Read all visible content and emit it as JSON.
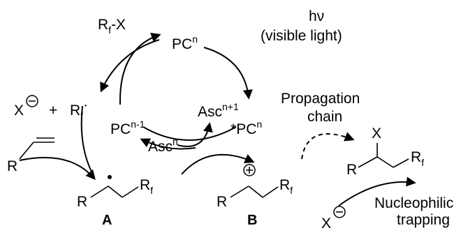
{
  "photocatalyst": {
    "pcn_base": "PC",
    "pcn_sup": "n",
    "pcn1_base": "PC",
    "pcn1_sup": "n-1",
    "excited_star": "*",
    "excited_base": "PC",
    "excited_sup": "n"
  },
  "light": {
    "hv": "hν",
    "note": "(visible light)"
  },
  "reagents": {
    "rfx_r": "R",
    "rfx_f": "f",
    "rfx_x": "-X",
    "x_anion": "X",
    "plus": "+",
    "rf_r": "R",
    "rf_f": "f",
    "radical_dot": "·"
  },
  "ascorbate": {
    "asc_n_base": "Asc",
    "asc_n_sup": "n",
    "asc_n1_base": "Asc",
    "asc_n1_sup": "n+1"
  },
  "alkene": {
    "r": "R"
  },
  "intermediate_a": {
    "r": "R",
    "rf_r": "R",
    "rf_f": "f",
    "label": "A"
  },
  "intermediate_b": {
    "r": "R",
    "rf_r": "R",
    "rf_f": "f",
    "label": "B"
  },
  "product": {
    "x": "X",
    "r": "R",
    "rf_r": "R",
    "rf_f": "f"
  },
  "annotations": {
    "propagation_line1": "Propagation",
    "propagation_line2": "chain",
    "nucleophilic_line1": "Nucleophilic",
    "nucleophilic_line2": "trapping",
    "x_nucleophile": "X"
  },
  "colors": {
    "ink": "#000000",
    "background": "#ffffff"
  }
}
